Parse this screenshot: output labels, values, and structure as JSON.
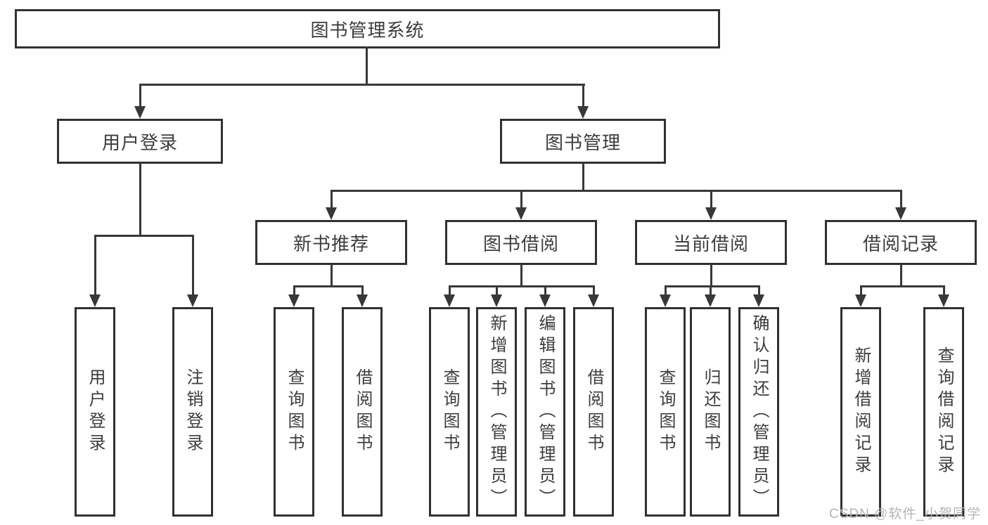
{
  "root": {
    "label": "图书管理系统"
  },
  "branches": {
    "user_login": {
      "label": "用户登录",
      "children": [
        {
          "label": "用户登录"
        },
        {
          "label": "注销登录"
        }
      ]
    },
    "book_mgmt": {
      "label": "图书管理",
      "children": [
        {
          "label": "新书推荐",
          "children": [
            {
              "label": "查询图书"
            },
            {
              "label": "借阅图书"
            }
          ]
        },
        {
          "label": "图书借阅",
          "children": [
            {
              "label": "查询图书"
            },
            {
              "label": "新增图书（管理员）"
            },
            {
              "label": "编辑图书（管理员）"
            },
            {
              "label": "借阅图书"
            }
          ]
        },
        {
          "label": "当前借阅",
          "children": [
            {
              "label": "查询图书"
            },
            {
              "label": "归还图书"
            },
            {
              "label": "确认归还（管理员）"
            }
          ]
        },
        {
          "label": "借阅记录",
          "children": [
            {
              "label": "新增借阅记录"
            },
            {
              "label": "查询借阅记录"
            }
          ]
        }
      ]
    }
  },
  "watermark": {
    "text": "CSDN @软件_小贺同学"
  },
  "colors": {
    "line": "#383838",
    "border": "#313131",
    "text": "#3d3d3d",
    "background": "#ffffff",
    "watermark": "#b4b4b4"
  }
}
